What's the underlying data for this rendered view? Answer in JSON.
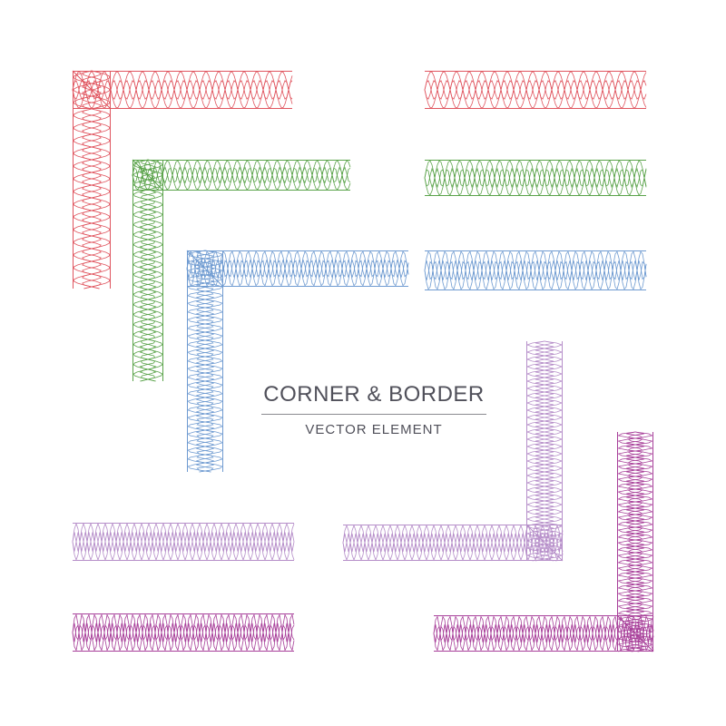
{
  "heading": {
    "title": "CORNER & BORDER",
    "subtitle": "VECTOR ELEMENT"
  },
  "colors": {
    "red": "#e0555f",
    "green": "#5aa34a",
    "blue": "#6f9bd1",
    "lavender": "#b68ec9",
    "magenta": "#a8409a",
    "text": "#50505a",
    "rule": "#8a8a90"
  },
  "elements": [
    {
      "name": "red-corner",
      "kind": "corner",
      "color": "red"
    },
    {
      "name": "green-corner",
      "kind": "corner",
      "color": "green"
    },
    {
      "name": "blue-corner",
      "kind": "corner",
      "color": "blue"
    },
    {
      "name": "lavender-corner",
      "kind": "corner",
      "color": "lavender"
    },
    {
      "name": "magenta-corner",
      "kind": "corner",
      "color": "magenta"
    },
    {
      "name": "red-border",
      "kind": "border",
      "color": "red"
    },
    {
      "name": "green-border",
      "kind": "border",
      "color": "green"
    },
    {
      "name": "blue-border",
      "kind": "border",
      "color": "blue"
    },
    {
      "name": "lavender-border",
      "kind": "border",
      "color": "lavender"
    },
    {
      "name": "magenta-border",
      "kind": "border",
      "color": "magenta"
    }
  ]
}
